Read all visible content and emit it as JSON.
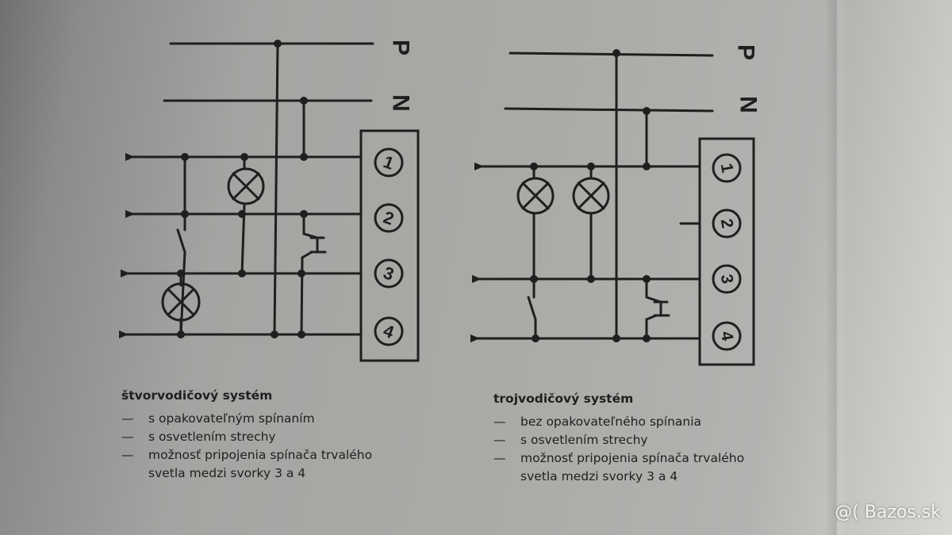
{
  "diagram_left": {
    "rail_labels": [
      "P",
      "N"
    ],
    "terminals": [
      "1",
      "2",
      "3",
      "4"
    ],
    "caption": {
      "title": "štvorvodičový systém",
      "items": [
        {
          "dash": "—",
          "text": "s opakovateľným spínaním"
        },
        {
          "dash": "—",
          "text": "s osvetlením strechy"
        },
        {
          "dash": "—",
          "text": "možnosť pripojenia spínača trvalého"
        }
      ],
      "continuation": "svetla medzi svorky 3 a 4"
    }
  },
  "diagram_right": {
    "rail_labels": [
      "P",
      "N"
    ],
    "terminals": [
      "1",
      "2",
      "3",
      "4"
    ],
    "caption": {
      "title": "trojvodičový systém",
      "items": [
        {
          "dash": "—",
          "text": "bez opakovateľného spínania"
        },
        {
          "dash": "—",
          "text": "s osvetlením strechy"
        },
        {
          "dash": "—",
          "text": "možnosť pripojenia spínača trvalého"
        }
      ],
      "continuation": "svetla medzi svorky 3 a 4"
    }
  },
  "watermark": "@( Bazos.sk",
  "colors": {
    "ink": "#1e1f1e",
    "paper": "#a9aaa6"
  }
}
